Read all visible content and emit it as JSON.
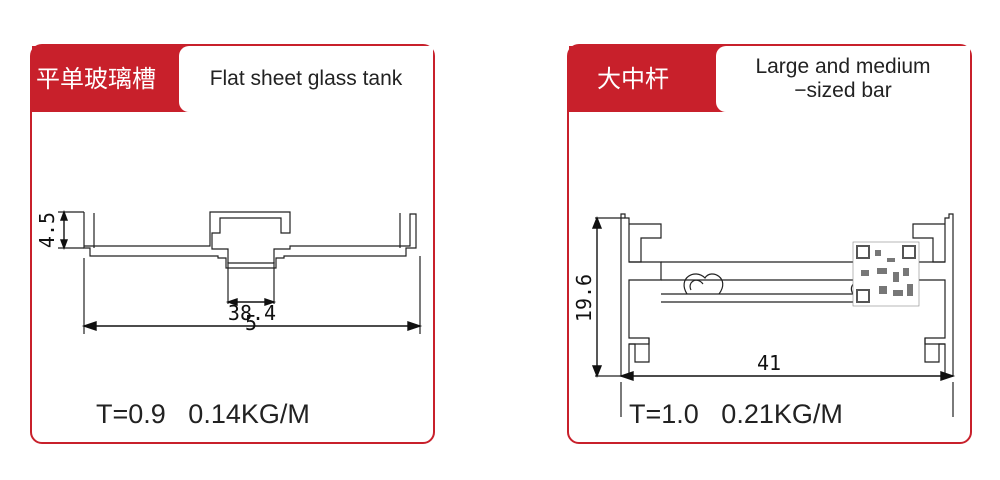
{
  "profiles": [
    {
      "name_cn": "平单玻璃槽",
      "name_en": "Flat sheet glass tank",
      "dim_height": "4.5",
      "dim_slot": "5",
      "dim_width": "38.4",
      "spec": "T=0.9   0.14KG/M"
    },
    {
      "name_cn": "大中杆",
      "name_en": "Large and medium\n−sized bar",
      "dim_height": "19.6",
      "dim_width": "41",
      "spec": "T=1.0   0.21KG/M"
    }
  ],
  "colors": {
    "accent": "#c8202b",
    "line": "#222222"
  }
}
